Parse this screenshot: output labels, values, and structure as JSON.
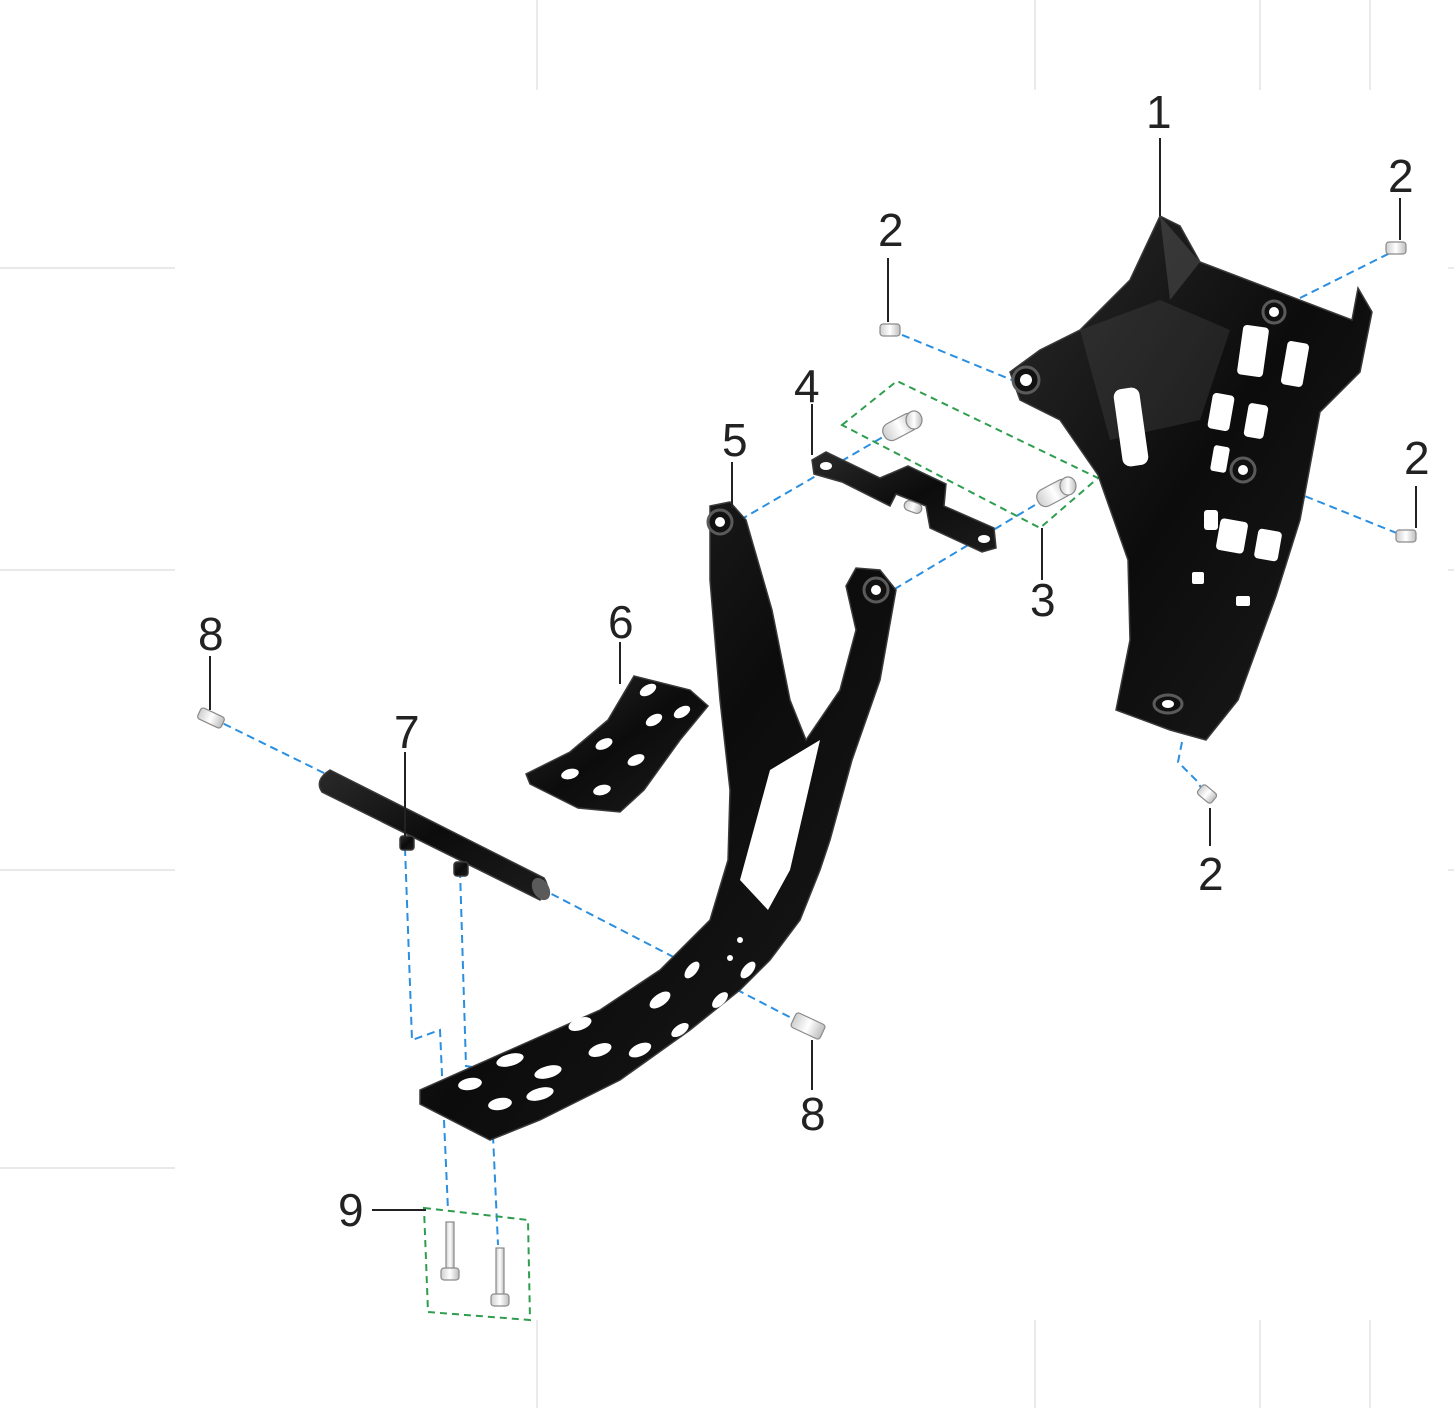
{
  "colors": {
    "part_fill": "#111111",
    "part_edge": "#3a3a3a",
    "part_highlight": "#5a5a5a",
    "assembly_line": "#2a8fe0",
    "group_box": "#2e9e4e",
    "leader_line": "#222222",
    "frame_marks": "#e2e2e2",
    "fastener_fill": "#eeeeee",
    "fastener_edge": "#8a8a8a"
  },
  "callouts": [
    {
      "id": "c1a",
      "label": "1"
    },
    {
      "id": "c2a",
      "label": "2"
    },
    {
      "id": "c2b",
      "label": "2"
    },
    {
      "id": "c2c",
      "label": "2"
    },
    {
      "id": "c2d",
      "label": "2"
    },
    {
      "id": "c3",
      "label": "3"
    },
    {
      "id": "c4",
      "label": "4"
    },
    {
      "id": "c5",
      "label": "5"
    },
    {
      "id": "c6",
      "label": "6"
    },
    {
      "id": "c7",
      "label": "7"
    },
    {
      "id": "c8a",
      "label": "8"
    },
    {
      "id": "c8b",
      "label": "8"
    },
    {
      "id": "c9",
      "label": "9"
    }
  ],
  "parts": [
    {
      "id": "skid-plate",
      "icon": "skid-plate-icon"
    },
    {
      "id": "plate-bolt",
      "icon": "flange-bolt-icon"
    },
    {
      "id": "pivot-pin",
      "icon": "pin-icon"
    },
    {
      "id": "mount-bracket",
      "icon": "bracket-icon"
    },
    {
      "id": "footrest-frame",
      "icon": "frame-icon"
    },
    {
      "id": "foot-pad",
      "icon": "pad-icon"
    },
    {
      "id": "cross-bar",
      "icon": "bar-icon"
    },
    {
      "id": "bar-bolt",
      "icon": "bolt-icon"
    },
    {
      "id": "long-bolt",
      "icon": "long-bolt-icon"
    }
  ]
}
